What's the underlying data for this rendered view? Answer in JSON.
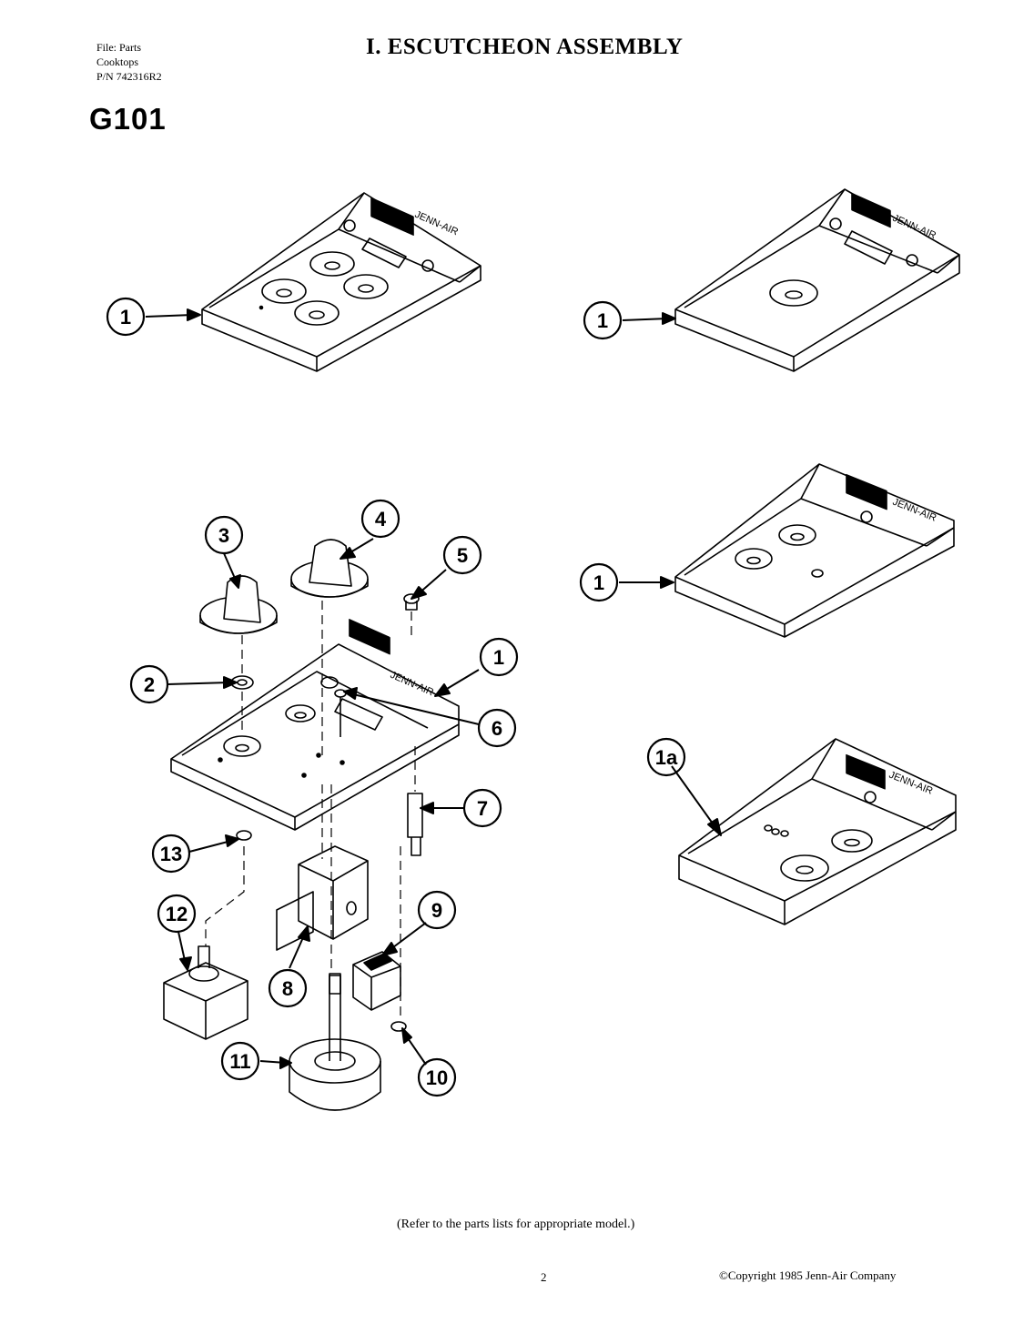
{
  "header": {
    "file_lines": [
      "File: Parts",
      "Cooktops",
      "P/N 742316R2"
    ],
    "title": "I. ESCUTCHEON ASSEMBLY",
    "code": "G101"
  },
  "callouts": {
    "c1a": "1",
    "c1b": "1",
    "c1c": "1",
    "c1d": "1",
    "c1e": "1a",
    "c2": "2",
    "c3": "3",
    "c4": "4",
    "c5": "5",
    "c6": "6",
    "c7": "7",
    "c8": "8",
    "c9": "9",
    "c10": "10",
    "c11": "11",
    "c12": "12",
    "c13": "13"
  },
  "brand": "JENN-AIR",
  "footer": {
    "note": "(Refer to the parts lists for appropriate model.)",
    "page_number": "2",
    "copyright": "©Copyright 1985 Jenn-Air Company"
  }
}
